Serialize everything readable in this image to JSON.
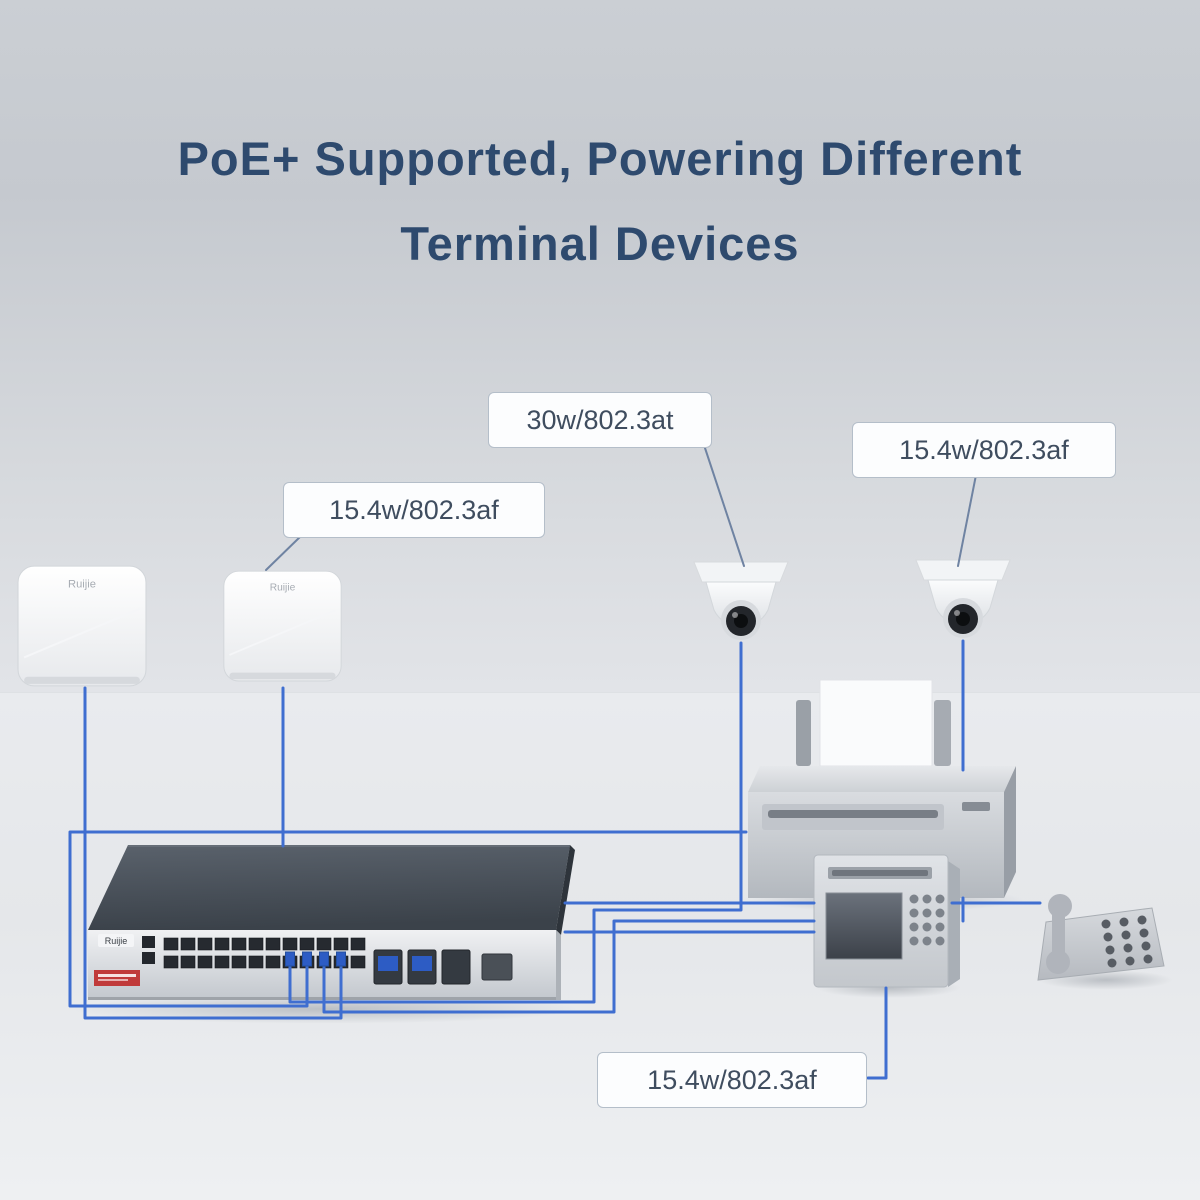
{
  "title": {
    "line1": "PoE+ Supported, Powering Different",
    "line2": "Terminal Devices"
  },
  "callouts": {
    "ap": "15.4w/802.3af",
    "camera_left": "30w/802.3at",
    "camera_right": "15.4w/802.3af",
    "access_control": "15.4w/802.3af"
  },
  "brand": "Ruijie",
  "devices": [
    "access-point-left",
    "access-point-right",
    "dome-camera-left",
    "dome-camera-right",
    "printer",
    "poe-network-switch",
    "access-control-terminal",
    "desk-telephone"
  ],
  "colors": {
    "title": "#2e4a6e",
    "cable": "#3f6ed0",
    "callout_border": "#b4bec9",
    "callout_text": "#3f4d5f",
    "brand_label_red": "#c03a3a"
  }
}
